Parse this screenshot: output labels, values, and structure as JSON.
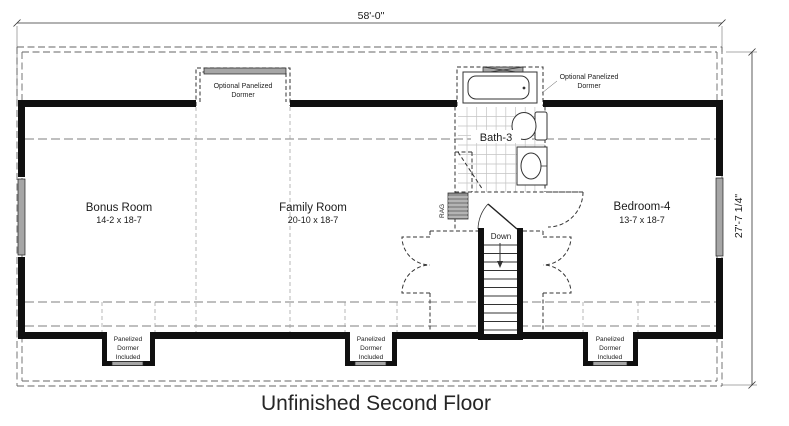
{
  "plan": {
    "title": "Unfinished Second Floor",
    "dim_width": "58'-0\"",
    "dim_height": "27'-7 1/4\"",
    "rooms": {
      "bonus": {
        "name": "Bonus Room",
        "size": "14-2 x 18-7"
      },
      "family": {
        "name": "Family Room",
        "size": "20-10 x 18-7"
      },
      "bedroom": {
        "name": "Bedroom-4",
        "size": "13-7 x 18-7"
      },
      "bath": {
        "name": "Bath-3"
      }
    },
    "stairs_label": "Down",
    "rag_label": "RAG",
    "optional_dormer": {
      "line1": "Optional Panelized",
      "line2": "Dormer"
    },
    "included_dormer": {
      "line1": "Panelized",
      "line2": "Dormer",
      "line3": "Included"
    }
  }
}
